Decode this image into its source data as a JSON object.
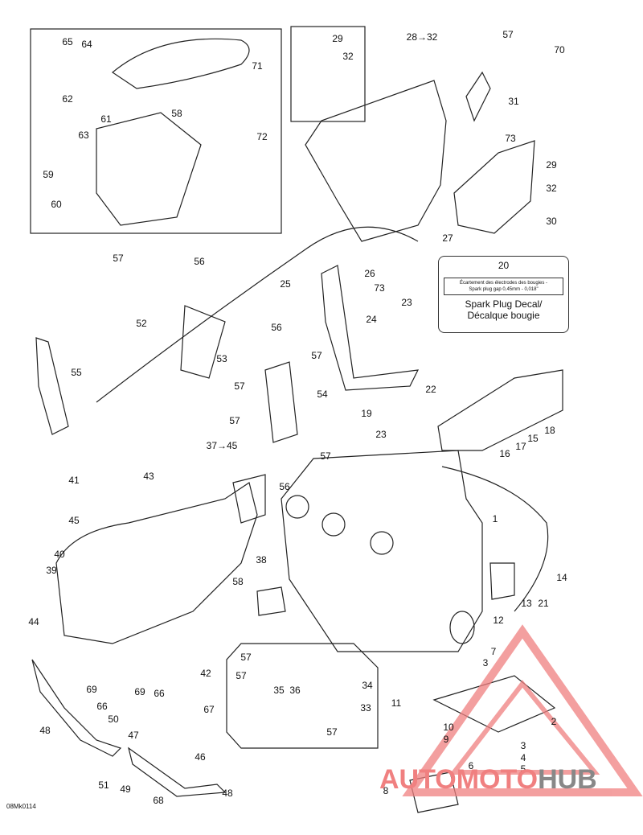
{
  "diagram_code": "08Mk0114",
  "decal": {
    "number": "20",
    "line1": "Écartement des électrodes des bougies -",
    "line2": "Spark plug gap    0,45mm - 0,018\"",
    "caption_en": "Spark Plug Decal/",
    "caption_fr": "Décalque bougie"
  },
  "watermark": {
    "part_a": "AUTOMOTO",
    "part_b": "HUB",
    "color_a": "#f08080",
    "color_b": "#888888"
  },
  "labels": [
    {
      "id": "l65",
      "text": "65"
    },
    {
      "id": "l64",
      "text": "64"
    },
    {
      "id": "l62",
      "text": "62"
    },
    {
      "id": "l71",
      "text": "71"
    },
    {
      "id": "l72",
      "text": "72"
    },
    {
      "id": "l58a",
      "text": "58"
    },
    {
      "id": "l61",
      "text": "61"
    },
    {
      "id": "l63",
      "text": "63"
    },
    {
      "id": "l59",
      "text": "59"
    },
    {
      "id": "l60",
      "text": "60"
    },
    {
      "id": "l29a",
      "text": "29"
    },
    {
      "id": "l32a",
      "text": "32"
    },
    {
      "id": "l2832",
      "text": "28→32"
    },
    {
      "id": "l57a",
      "text": "57"
    },
    {
      "id": "l70",
      "text": "70"
    },
    {
      "id": "l31",
      "text": "31"
    },
    {
      "id": "l73a",
      "text": "73"
    },
    {
      "id": "l29b",
      "text": "29"
    },
    {
      "id": "l32b",
      "text": "32"
    },
    {
      "id": "l30",
      "text": "30"
    },
    {
      "id": "l27",
      "text": "27"
    },
    {
      "id": "l57b",
      "text": "57"
    },
    {
      "id": "l56a",
      "text": "56"
    },
    {
      "id": "l26",
      "text": "26"
    },
    {
      "id": "l25",
      "text": "25"
    },
    {
      "id": "l73b",
      "text": "73"
    },
    {
      "id": "l52",
      "text": "52"
    },
    {
      "id": "l56b",
      "text": "56"
    },
    {
      "id": "l24",
      "text": "24"
    },
    {
      "id": "l23a",
      "text": "23"
    },
    {
      "id": "l55",
      "text": "55"
    },
    {
      "id": "l53",
      "text": "53"
    },
    {
      "id": "l57c",
      "text": "57"
    },
    {
      "id": "l57d",
      "text": "57"
    },
    {
      "id": "l54",
      "text": "54"
    },
    {
      "id": "l22",
      "text": "22"
    },
    {
      "id": "l19",
      "text": "19"
    },
    {
      "id": "l57e",
      "text": "57"
    },
    {
      "id": "l23b",
      "text": "23"
    },
    {
      "id": "l18",
      "text": "18"
    },
    {
      "id": "l15",
      "text": "15"
    },
    {
      "id": "l17",
      "text": "17"
    },
    {
      "id": "l16",
      "text": "16"
    },
    {
      "id": "l3745",
      "text": "37→45"
    },
    {
      "id": "l57f",
      "text": "57"
    },
    {
      "id": "l41",
      "text": "41"
    },
    {
      "id": "l43",
      "text": "43"
    },
    {
      "id": "l56c",
      "text": "56"
    },
    {
      "id": "l45",
      "text": "45"
    },
    {
      "id": "l1",
      "text": "1"
    },
    {
      "id": "l40",
      "text": "40"
    },
    {
      "id": "l38",
      "text": "38"
    },
    {
      "id": "l39",
      "text": "39"
    },
    {
      "id": "l14",
      "text": "14"
    },
    {
      "id": "l58b",
      "text": "58"
    },
    {
      "id": "l13",
      "text": "13"
    },
    {
      "id": "l21",
      "text": "21"
    },
    {
      "id": "l12",
      "text": "12"
    },
    {
      "id": "l44",
      "text": "44"
    },
    {
      "id": "l7",
      "text": "7"
    },
    {
      "id": "l3a",
      "text": "3"
    },
    {
      "id": "l42",
      "text": "42"
    },
    {
      "id": "l57g",
      "text": "57"
    },
    {
      "id": "l34",
      "text": "34"
    },
    {
      "id": "l35",
      "text": "35"
    },
    {
      "id": "l36",
      "text": "36"
    },
    {
      "id": "l57h",
      "text": "57"
    },
    {
      "id": "l33",
      "text": "33"
    },
    {
      "id": "l69a",
      "text": "69"
    },
    {
      "id": "l69b",
      "text": "69"
    },
    {
      "id": "l66a",
      "text": "66"
    },
    {
      "id": "l66b",
      "text": "66"
    },
    {
      "id": "l67",
      "text": "67"
    },
    {
      "id": "l11",
      "text": "11"
    },
    {
      "id": "l2",
      "text": "2"
    },
    {
      "id": "l50",
      "text": "50"
    },
    {
      "id": "l10",
      "text": "10"
    },
    {
      "id": "l9",
      "text": "9"
    },
    {
      "id": "l3b",
      "text": "3"
    },
    {
      "id": "l57i",
      "text": "57"
    },
    {
      "id": "l48a",
      "text": "48"
    },
    {
      "id": "l47",
      "text": "47"
    },
    {
      "id": "l46",
      "text": "46"
    },
    {
      "id": "l6",
      "text": "6"
    },
    {
      "id": "l4",
      "text": "4"
    },
    {
      "id": "l5",
      "text": "5"
    },
    {
      "id": "l51",
      "text": "51"
    },
    {
      "id": "l49",
      "text": "49"
    },
    {
      "id": "l48b",
      "text": "48"
    },
    {
      "id": "l68",
      "text": "68"
    },
    {
      "id": "l8",
      "text": "8"
    }
  ]
}
